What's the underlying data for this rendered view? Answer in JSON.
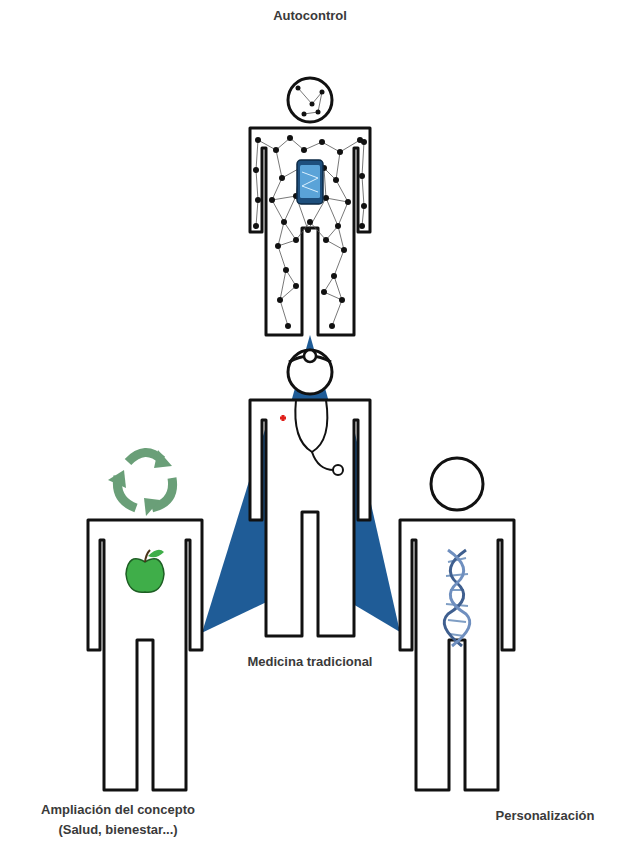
{
  "diagram": {
    "nodes": [
      {
        "text": [
          "Autocontrol"
        ]
      },
      {
        "text": [
          "Medicina tradicional"
        ]
      },
      {
        "text": [
          "Ampliación del concepto (Salud, bienestar...)"
        ]
      },
      {
        "text": [
          "Personalización"
        ]
      }
    ],
    "edges": [
      {
        "from": 1,
        "to": 0,
        "arrow": "none"
      },
      {
        "from": 1,
        "to": 2,
        "arrow": "none"
      },
      {
        "from": 1,
        "to": 3,
        "arrow": "none"
      }
    ]
  }
}
